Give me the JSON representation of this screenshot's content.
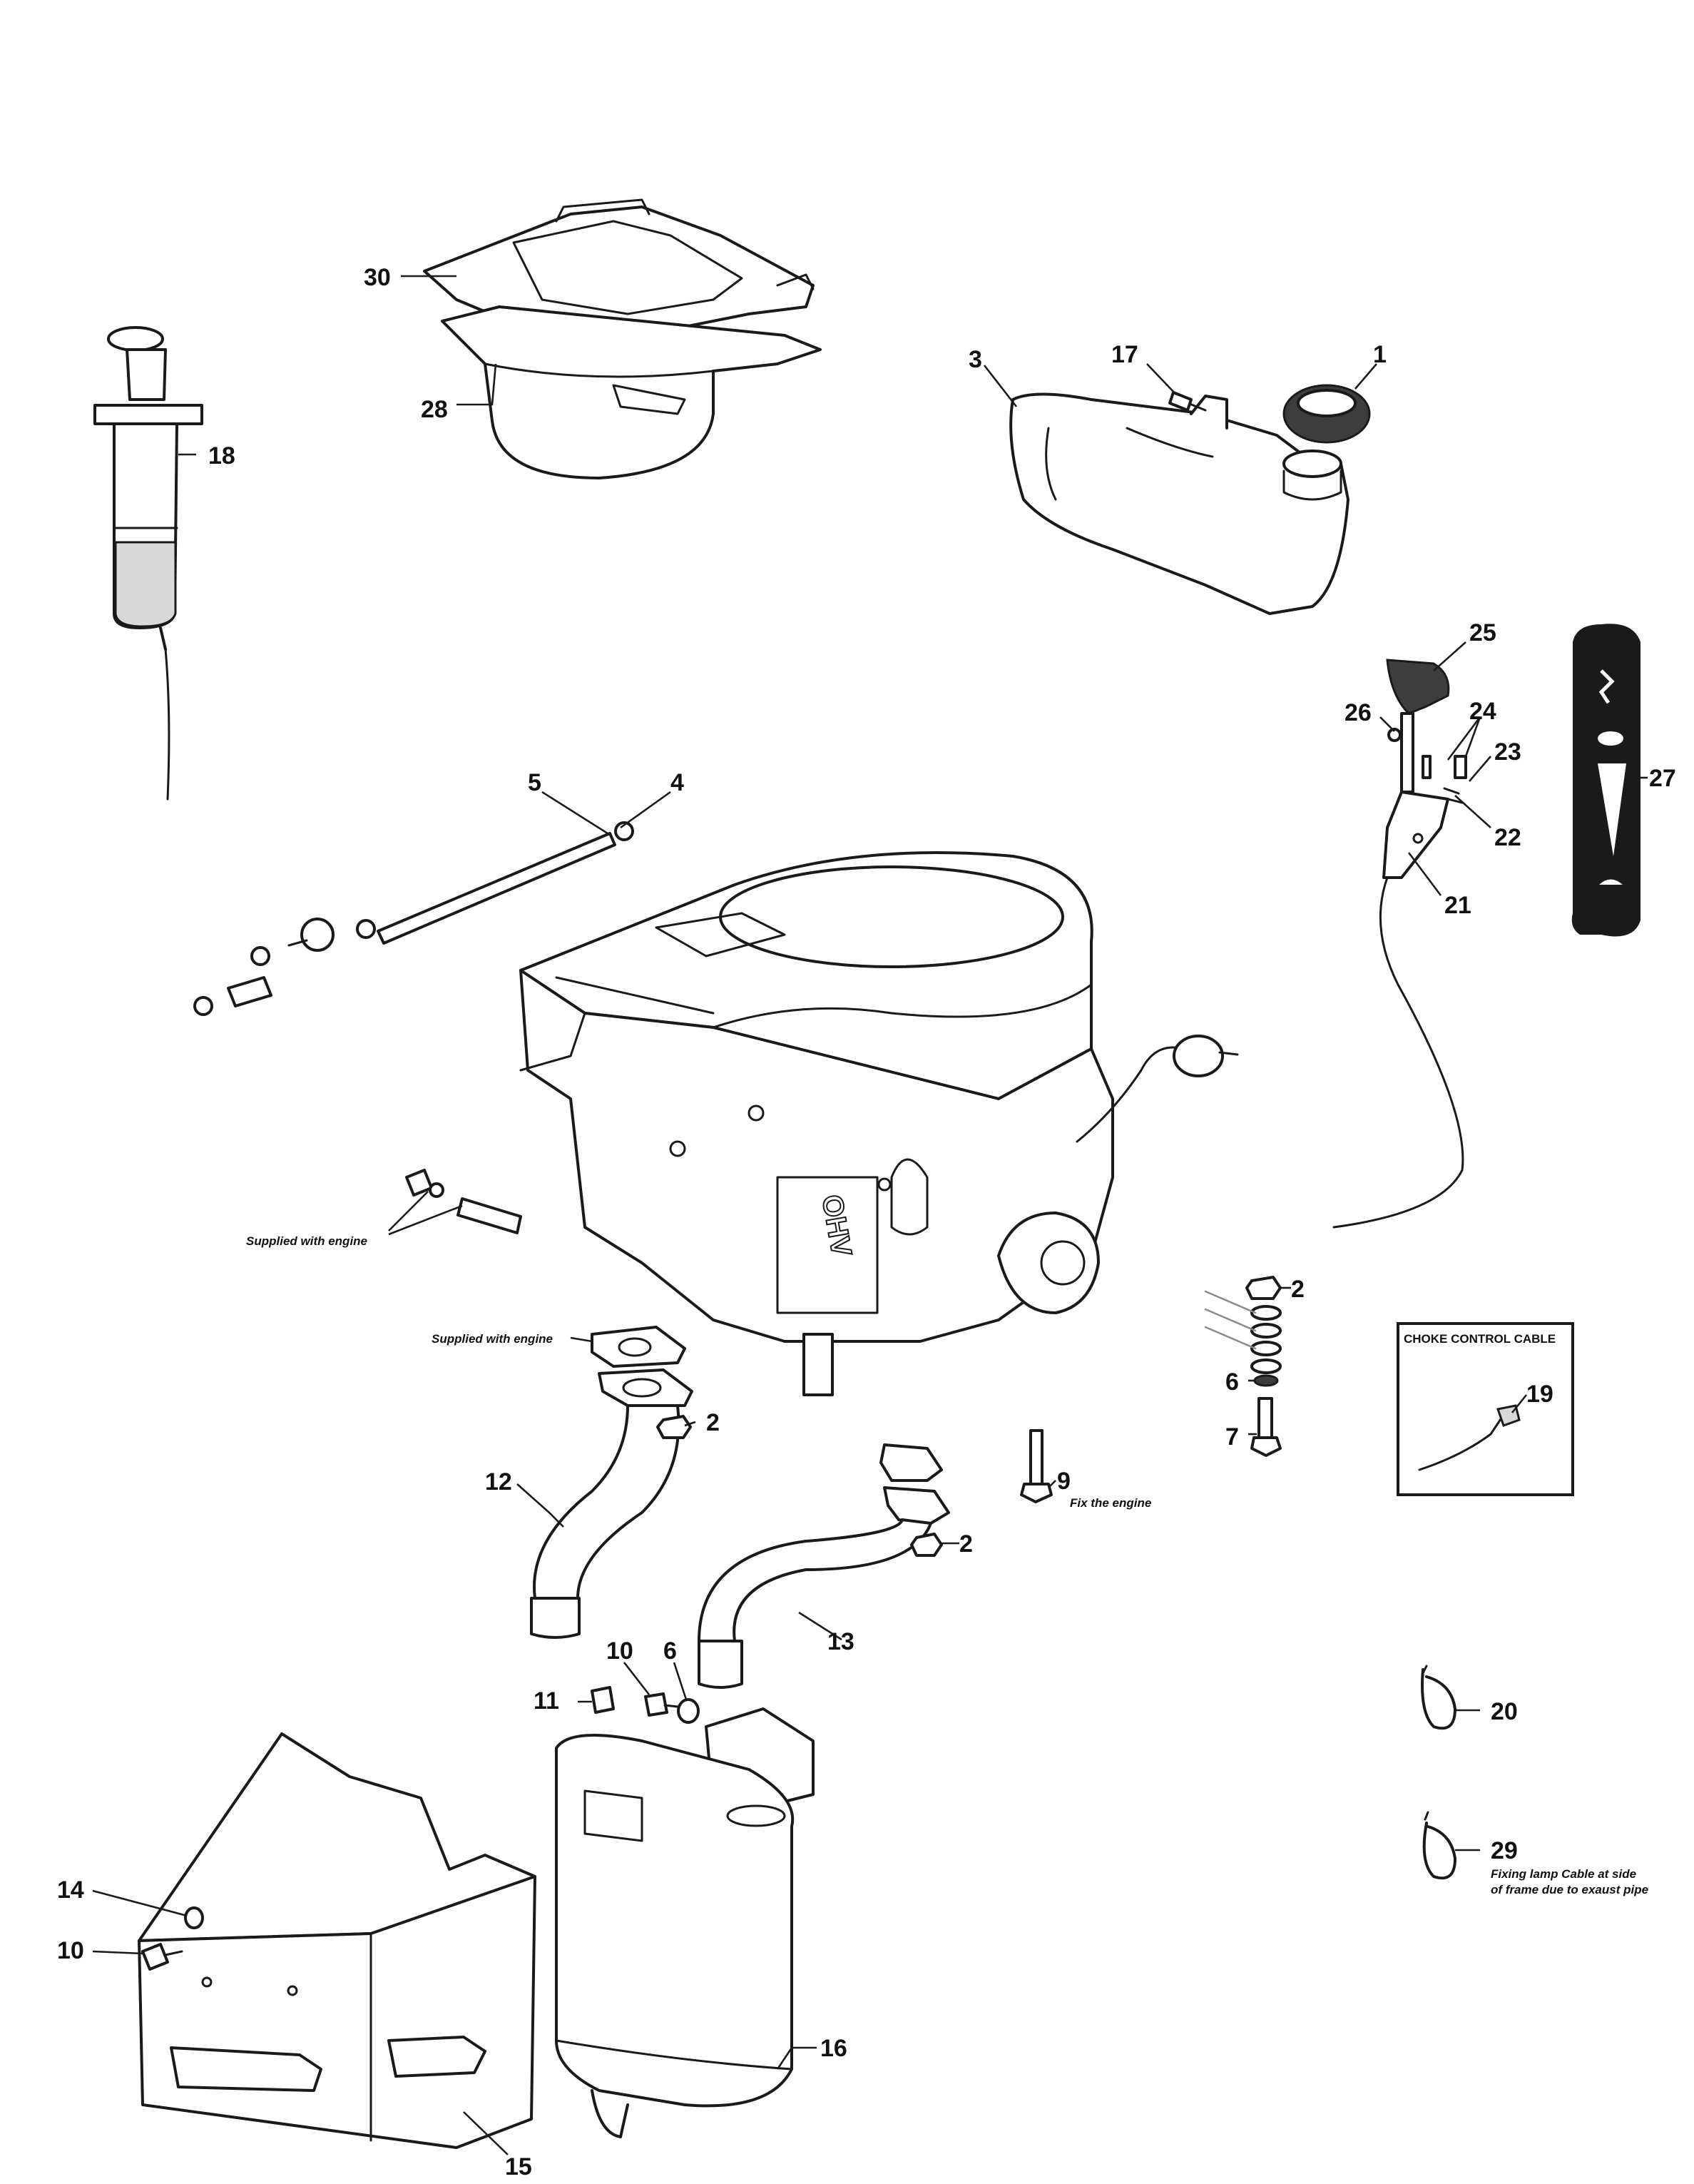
{
  "parts": {
    "p1": "1",
    "p2a": "2",
    "p2b": "2",
    "p2c": "2",
    "p3": "3",
    "p4": "4",
    "p5": "5",
    "p6a": "6",
    "p6b": "6",
    "p7": "7",
    "p9": "9",
    "p10a": "10",
    "p10b": "10",
    "p11": "11",
    "p12": "12",
    "p13": "13",
    "p14": "14",
    "p15": "15",
    "p16": "16",
    "p17": "17",
    "p18": "18",
    "p19": "19",
    "p20": "20",
    "p21": "21",
    "p22": "22",
    "p23": "23",
    "p24": "24",
    "p25": "25",
    "p26": "26",
    "p27": "27",
    "p28": "28",
    "p29": "29",
    "p30": "30"
  },
  "notes": {
    "supplied_with_engine_1": "Supplied with engine",
    "supplied_with_engine_2": "Supplied with engine",
    "fix_the_engine": "Fix the engine",
    "fixing_lamp_line1": "Fixing lamp Cable at side",
    "fixing_lamp_line2": "of frame due to exaust pipe"
  },
  "inset": {
    "title": "CHOKE CONTROL CABLE"
  },
  "engine_badge": "OHV"
}
